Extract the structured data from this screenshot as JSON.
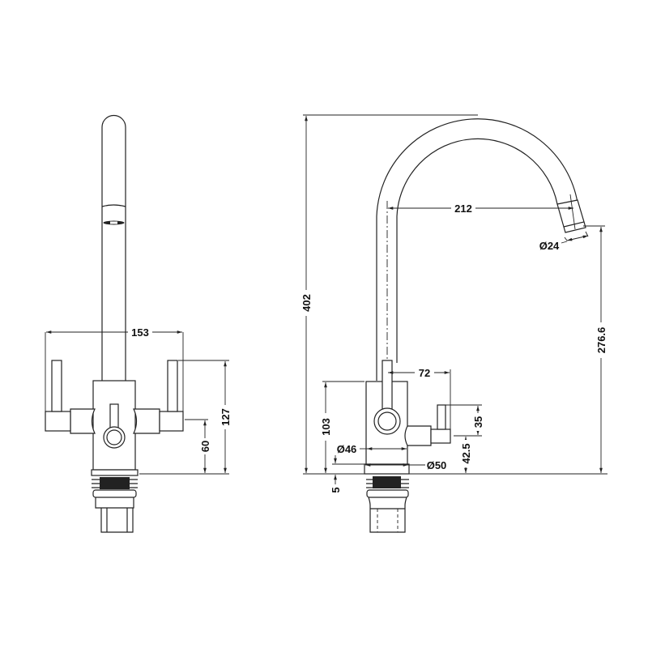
{
  "drawing": {
    "front_view": {
      "dimensions": {
        "handle_span": "153",
        "height_to_lever_top": "127",
        "height_to_arm": "60"
      }
    },
    "side_view": {
      "dimensions": {
        "total_height": "402",
        "reach": "212",
        "outlet_diameter": "Ø24",
        "outlet_height": "276.6",
        "lever_offset": "72",
        "body_height": "103",
        "body_diameter": "Ø46",
        "base_diameter": "Ø50",
        "base_ring": "5",
        "side_lever_height": "35",
        "side_arm_height": "42.5"
      }
    }
  }
}
